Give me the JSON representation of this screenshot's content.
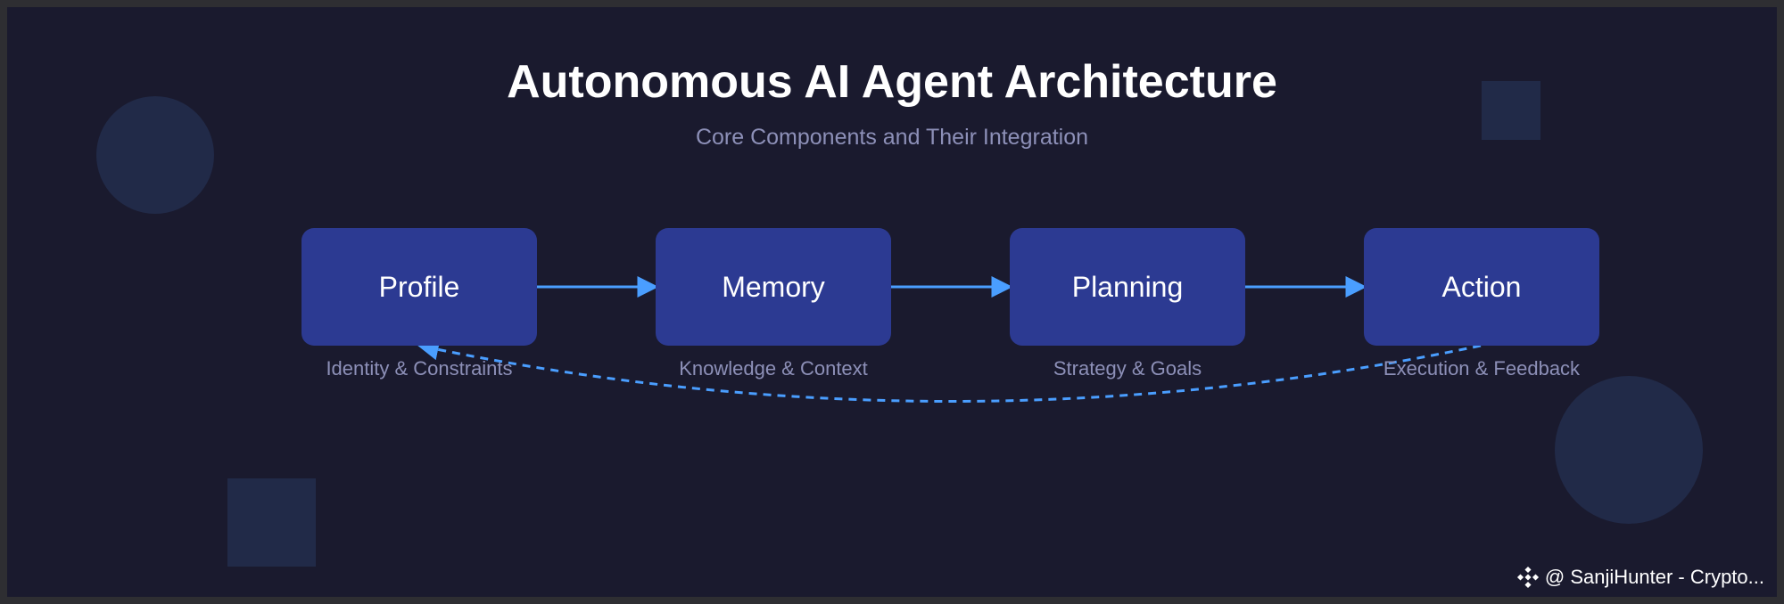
{
  "diagram": {
    "title": "Autonomous AI Agent Architecture",
    "subtitle": "Core Components and Their Integration",
    "nodes": [
      {
        "label": "Profile",
        "caption": "Identity & Constraints"
      },
      {
        "label": "Memory",
        "caption": "Knowledge & Context"
      },
      {
        "label": "Planning",
        "caption": "Strategy & Goals"
      },
      {
        "label": "Action",
        "caption": "Execution & Feedback"
      }
    ],
    "edges": [
      {
        "from": "Profile",
        "to": "Memory",
        "style": "solid"
      },
      {
        "from": "Memory",
        "to": "Planning",
        "style": "solid"
      },
      {
        "from": "Planning",
        "to": "Action",
        "style": "solid"
      },
      {
        "from": "Action",
        "to": "Profile",
        "style": "dashed"
      }
    ]
  },
  "watermark": {
    "text": "@ SanjiHunter - Crypto...",
    "icon": "binance-logo-icon"
  },
  "colors": {
    "background": "#1a1a2e",
    "node_fill": "#2c3a92",
    "arrow": "#4a9eff",
    "caption_text": "#8d90b8",
    "decoration": "#212a48"
  }
}
